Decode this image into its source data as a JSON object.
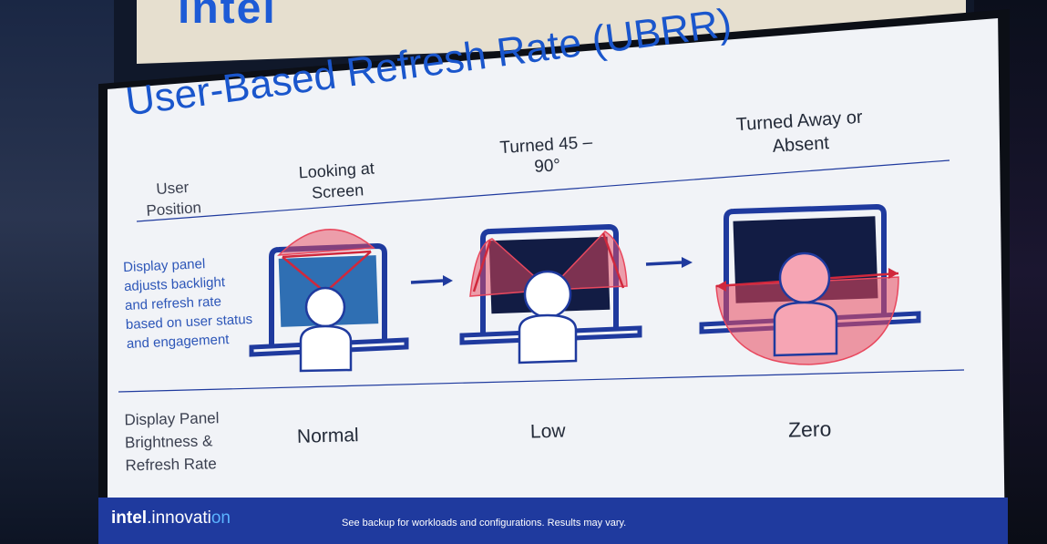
{
  "background": {
    "top_logo": "intel"
  },
  "slide": {
    "title": "User-Based Refresh Rate (UBRR)",
    "row_label": "User Position",
    "columns": [
      "Looking at Screen",
      "Turned 45 – 90°",
      "Turned Away or Absent"
    ],
    "description": "Display panel adjusts backlight and refresh rate based on user status and engagement",
    "result_label": "Display Panel Brightness & Refresh Rate",
    "results": [
      "Normal",
      "Low",
      "Zero"
    ]
  },
  "footer": {
    "brand_word": "intel",
    "brand_suffix_a": ".innovati",
    "brand_suffix_b": "on",
    "disclaimer": "See backup for workloads and configurations. Results may vary."
  },
  "colors": {
    "accent_blue": "#1a56cc",
    "footer_blue": "#1f3a9e",
    "laptop_outline": "#1f3a9e",
    "screen_blue": "#2f6fb3",
    "screen_dark": "#121c44",
    "zone_red": "#e8485e"
  },
  "icons": [
    "laptop-icon",
    "user-icon",
    "arrow-right-icon"
  ]
}
